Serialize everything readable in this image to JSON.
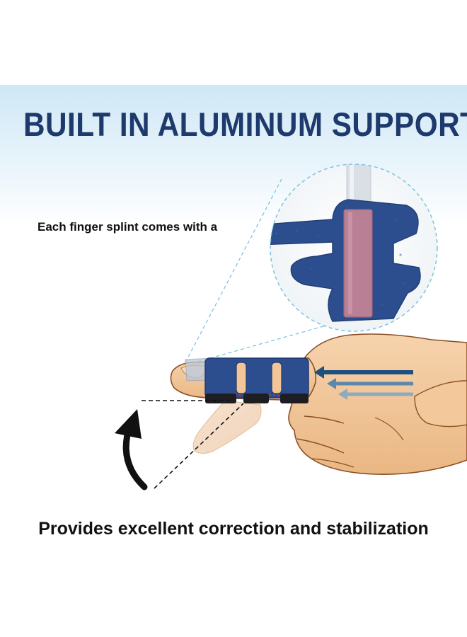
{
  "headline": "BUILT IN ALUMINUM SUPPORT",
  "note": "Each finger splint comes with a",
  "caption": "Provides excellent correction and stabilization",
  "icons": {
    "zoom_circle": "zoom-detail-icon",
    "hand": "hand-illustration-icon",
    "splint": "finger-splint-icon",
    "arrows": "direction-arrows-icon",
    "curved_arrow": "curved-arrow-icon"
  },
  "colors": {
    "headline": "#1e3a6d",
    "splint_blue": "#2c4e8e",
    "aluminum_strip": "#b97f95",
    "skin": "#f1c597",
    "skin_outline": "#8a4f26",
    "dashed_line": "#7fc3de",
    "sky_top": "#cfe7f6"
  }
}
